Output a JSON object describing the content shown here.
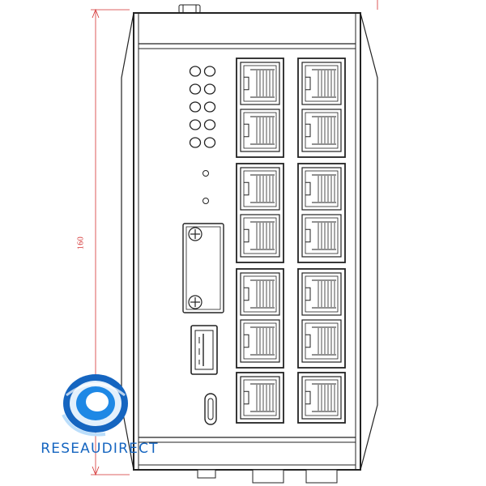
{
  "dimension": {
    "height_label": "160"
  },
  "logo": {
    "text": "RESEAUDIRECT"
  },
  "device": {
    "led_array": {
      "rows": 5,
      "cols": 2
    },
    "status_leds": 2,
    "port_blocks": [
      {
        "id": "block-1",
        "ports": 4
      },
      {
        "id": "block-2",
        "ports": 4
      },
      {
        "id": "block-3",
        "ports": 4
      },
      {
        "id": "block-4",
        "ports": 2
      }
    ]
  },
  "colors": {
    "line": "#222222",
    "dimension": "#d32f2f",
    "logo": "#1565c0"
  }
}
